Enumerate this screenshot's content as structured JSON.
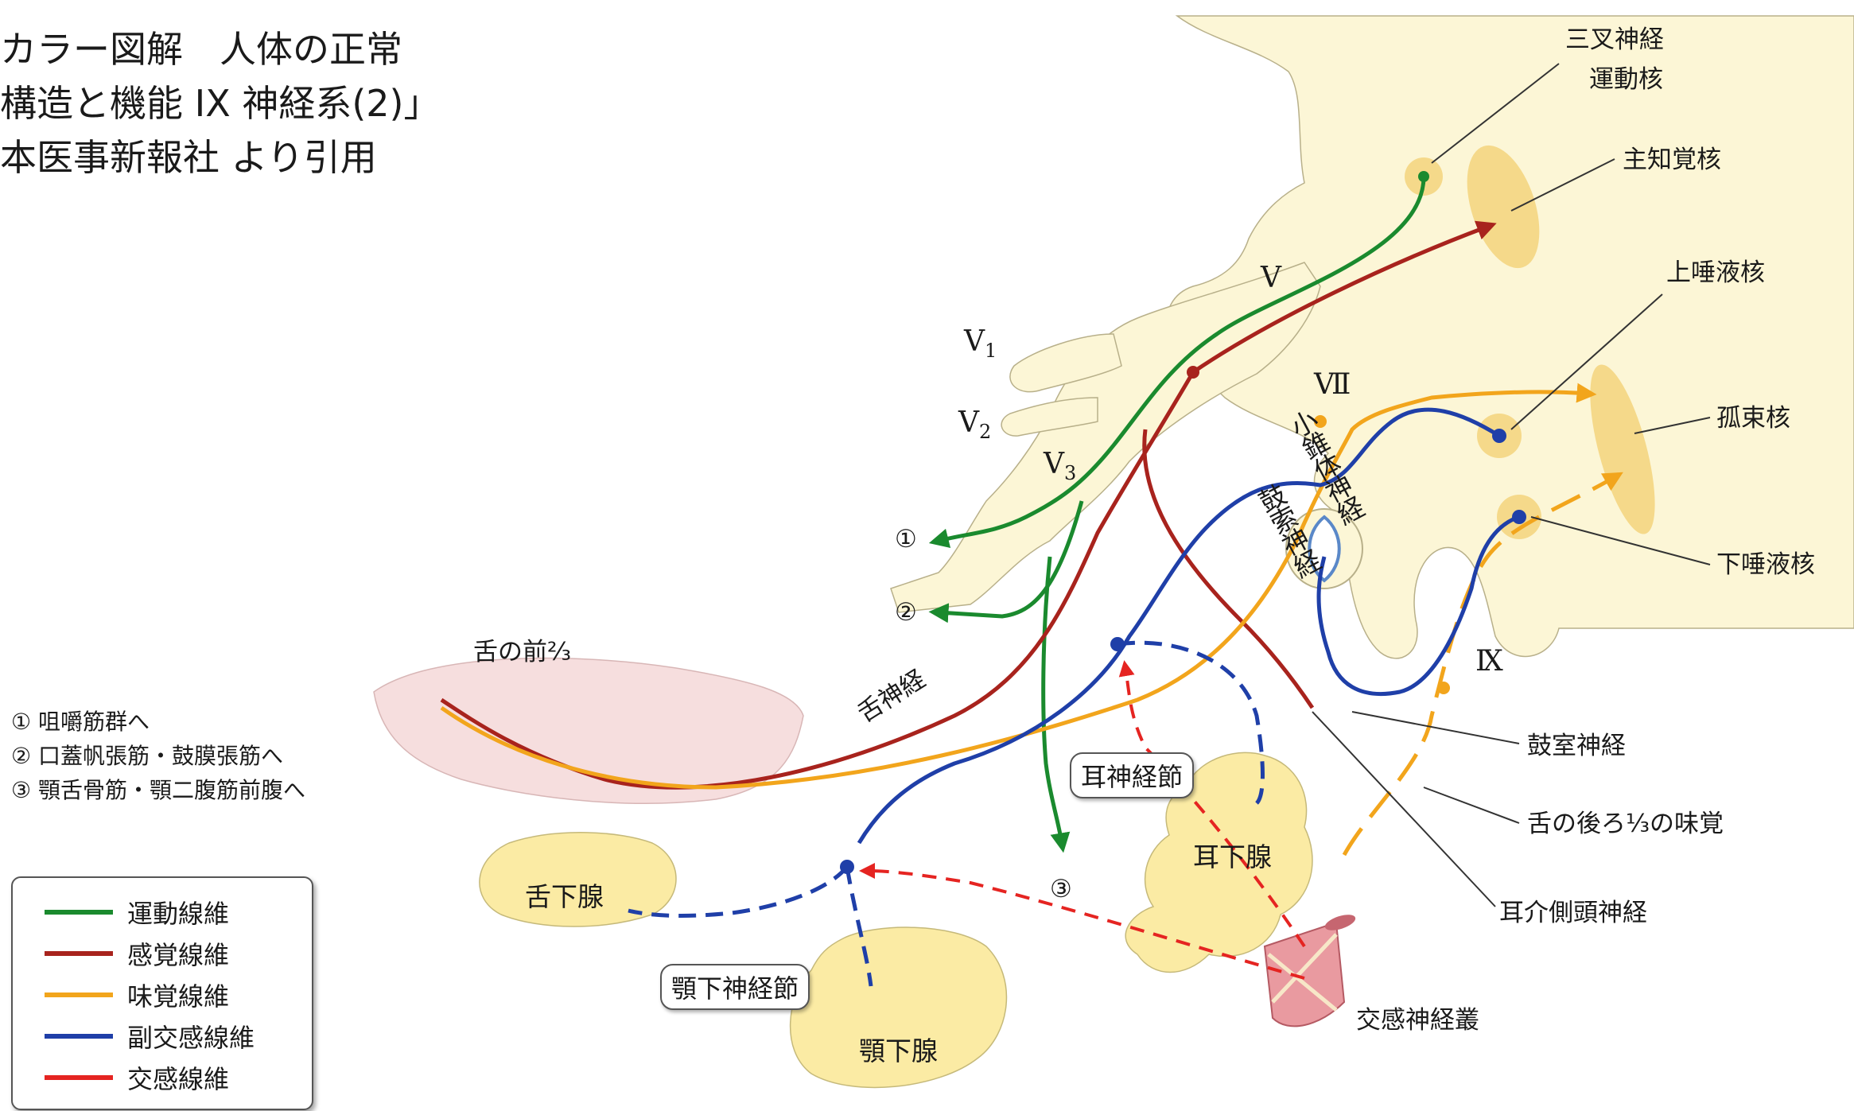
{
  "citation": {
    "line1": "カラー図解　人体の正常",
    "line2": "構造と機能 IX 神経系(2)」",
    "line3": "本医事新報社 より引用"
  },
  "labels": {
    "trigeminal_motor_nucleus_line1": "三叉神経",
    "trigeminal_motor_nucleus_line2": "運動核",
    "main_sensory_nucleus": "主知覚核",
    "superior_salivatory_nucleus": "上唾液核",
    "solitary_nucleus": "孤束核",
    "inferior_salivatory_nucleus": "下唾液核",
    "tympanic_nerve": "鼓室神経",
    "posterior_third_taste": "舌の後ろ⅓の味覚",
    "auriculotemporal_nerve": "耳介側頭神経",
    "sympathetic_plexus": "交感神経叢",
    "anterior_two_thirds": "舌の前⅔",
    "lingual_nerve": "舌神経",
    "lesser_petrosal_nerve": "小錐体神経",
    "chorda_tympani": "鼓索神経",
    "otic_ganglion": "耳神経節",
    "submandibular_ganglion": "顎下神経節",
    "parotid_gland": "耳下腺",
    "sublingual_gland": "舌下腺",
    "submandibular_gland": "顎下腺",
    "nerve_V": "V",
    "nerve_V1": "V",
    "nerve_V1_sub": "1",
    "nerve_V2": "V",
    "nerve_V2_sub": "2",
    "nerve_V3": "V",
    "nerve_V3_sub": "3",
    "nerve_VII": "Ⅶ",
    "nerve_IX": "Ⅸ",
    "branch_marker_1": "①",
    "branch_marker_2": "②",
    "branch_marker_3": "③"
  },
  "branch_notes": [
    "① 咀嚼筋群へ",
    "② 口蓋帆張筋・鼓膜張筋へ",
    "③ 顎舌骨筋・顎二腹筋前腹へ"
  ],
  "legend": [
    {
      "label": "運動線維",
      "color": "#1a8a2e"
    },
    {
      "label": "感覚線維",
      "color": "#a8231d"
    },
    {
      "label": "味覚線維",
      "color": "#f2a51c"
    },
    {
      "label": "副交感線維",
      "color": "#1f3fa8"
    },
    {
      "label": "交感線維",
      "color": "#e52421"
    }
  ],
  "colors": {
    "brainstem": "#fcf6d6",
    "nucleus": "#f5d98a",
    "gland": "#fbeba4",
    "tongue": "#f6dede",
    "sympathetic_plexus": "#e99aa0"
  }
}
